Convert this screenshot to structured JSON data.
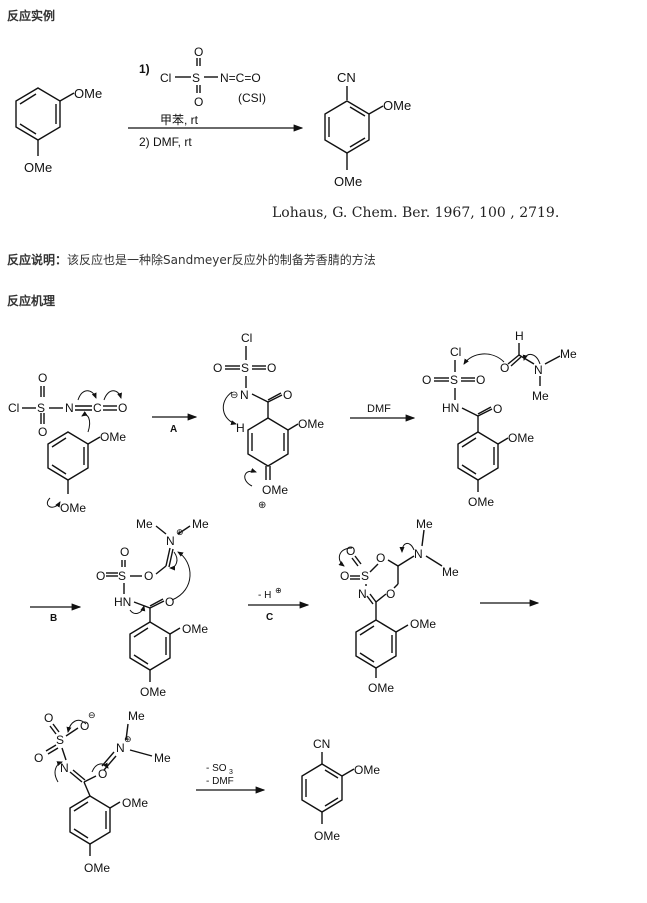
{
  "sections": {
    "example_title": "反应实例",
    "description_label": "反应说明：",
    "description_text": "该反应也是一种除Sandmeyer反应外的制备芳香腈的方法",
    "mechanism_title": "反应机理"
  },
  "example": {
    "step1_num": "1)",
    "reagent_cl": "Cl",
    "reagent_s": "S",
    "reagent_nco": "N=C=O",
    "reagent_o_top": "O",
    "reagent_o_bottom": "O",
    "reagent_abbrev": "(CSI)",
    "conditions_1": "甲苯, rt",
    "conditions_2": "2) DMF, rt",
    "reactant_sub1": "OMe",
    "reactant_sub2": "OMe",
    "product_cn": "CN",
    "product_sub1": "OMe",
    "product_sub2": "OMe",
    "reference": "Lohaus, G. Chem. Ber. 1967, 100 , 2719."
  },
  "mechanism": {
    "label_a": "A",
    "label_b": "B",
    "label_c": "C",
    "reagent_dmf": "DMF",
    "minus_h": "- H",
    "minus_so3": "- SO",
    "minus_dmf": "- DMF",
    "ome": "OMe",
    "me": "Me",
    "cl": "Cl",
    "s": "S",
    "o": "O",
    "n": "N",
    "h": "H",
    "hn": "HN",
    "c": "C",
    "cn": "CN"
  }
}
